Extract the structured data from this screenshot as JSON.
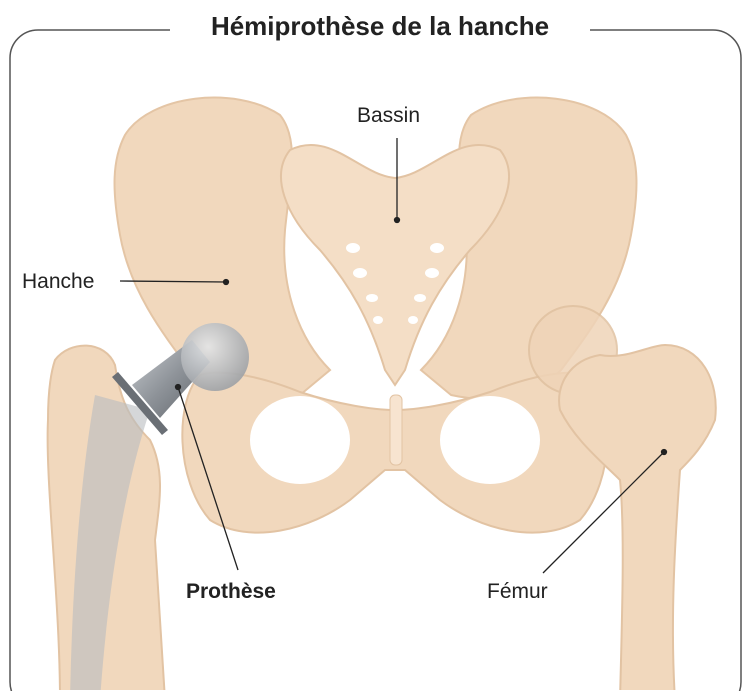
{
  "title": "Hémiprothèse de la hanche",
  "labels": {
    "bassin": "Bassin",
    "hanche": "Hanche",
    "prothese": "Prothèse",
    "femur": "Fémur"
  },
  "colors": {
    "bone": "#f3dcc3",
    "bone_shadow": "#e6c4a4",
    "implant": "#8d9297",
    "frame": "#555555",
    "leader": "#222222"
  }
}
